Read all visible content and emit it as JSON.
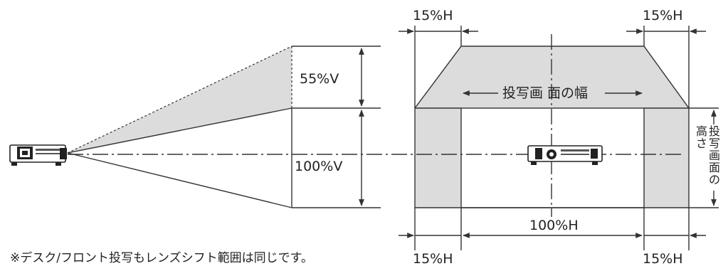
{
  "diagram": {
    "labels": {
      "top_left_shift": "15%H",
      "top_right_shift": "15%H",
      "bottom_left_shift": "15%H",
      "bottom_right_shift": "15%H",
      "vertical_shift": "55%V",
      "vertical_full": "100%V",
      "horizontal_full": "100%H",
      "screen_width": "投写画 面の幅",
      "screen_height_col1": "高さ",
      "screen_height_col2": "投写画面の"
    },
    "note": "※デスク/フロント投写もレンズシフト範囲は同じです。",
    "icons": [
      "projector-icon",
      "projector-front-icon"
    ]
  }
}
